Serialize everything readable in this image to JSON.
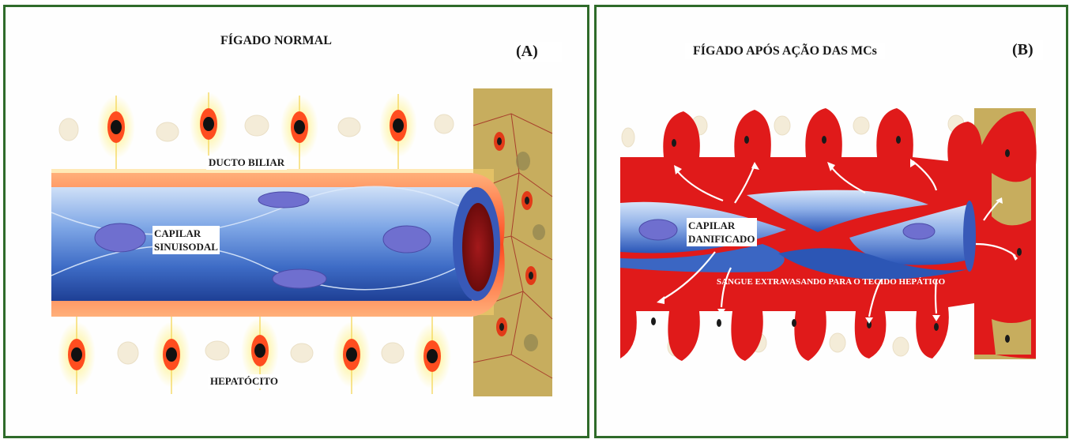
{
  "panel_a": {
    "title": "FÍGADO NORMAL",
    "letter": "(A)",
    "labels": {
      "bile_duct": "DUCTO BILIAR",
      "capillary_line1": "CAPILAR",
      "capillary_line2": "SINUISODAL",
      "hepatocyte": "HEPATÓCITO"
    }
  },
  "panel_b": {
    "title": "FÍGADO APÓS AÇÃO DAS MCs",
    "letter": "(B)",
    "labels": {
      "capillary_line1": "CAPILAR",
      "capillary_line2": "DANIFICADO",
      "blood": "SANGUE EXTRAVASANDO PARA O TECIDO HEPÁTICO"
    }
  },
  "colors": {
    "frame": "#2f6b2a",
    "blood": "#e01a1a",
    "vessel": "#5e8fd9",
    "tissue": "#c7ad5e"
  }
}
